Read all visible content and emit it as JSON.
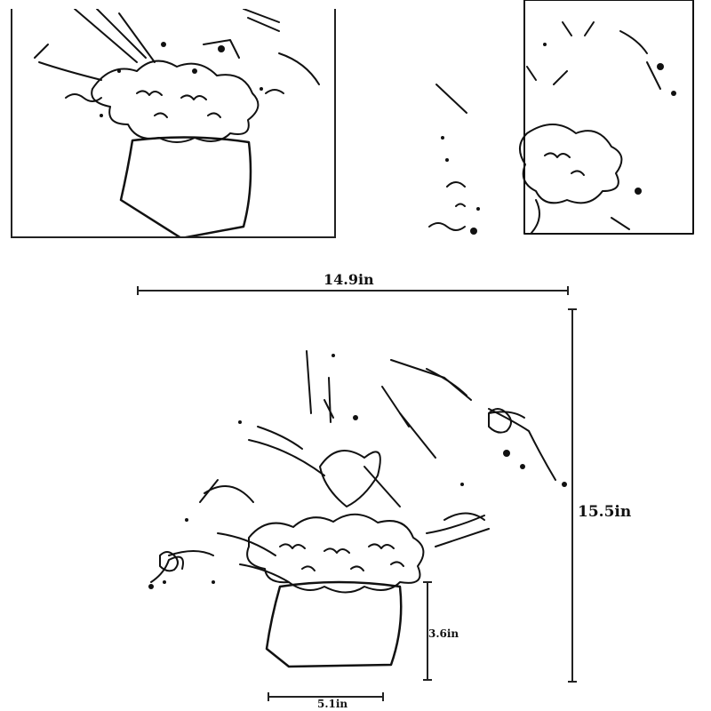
{
  "dimensions": {
    "width": "14.9in",
    "height": "15.5in",
    "pot_height": "3.6in",
    "pot_width": "5.1in"
  },
  "colors": {
    "line": "#111111",
    "background": "#ffffff"
  },
  "views": [
    "front-view-thumbnail",
    "detail-view-thumbnail",
    "main-dimension-view"
  ]
}
